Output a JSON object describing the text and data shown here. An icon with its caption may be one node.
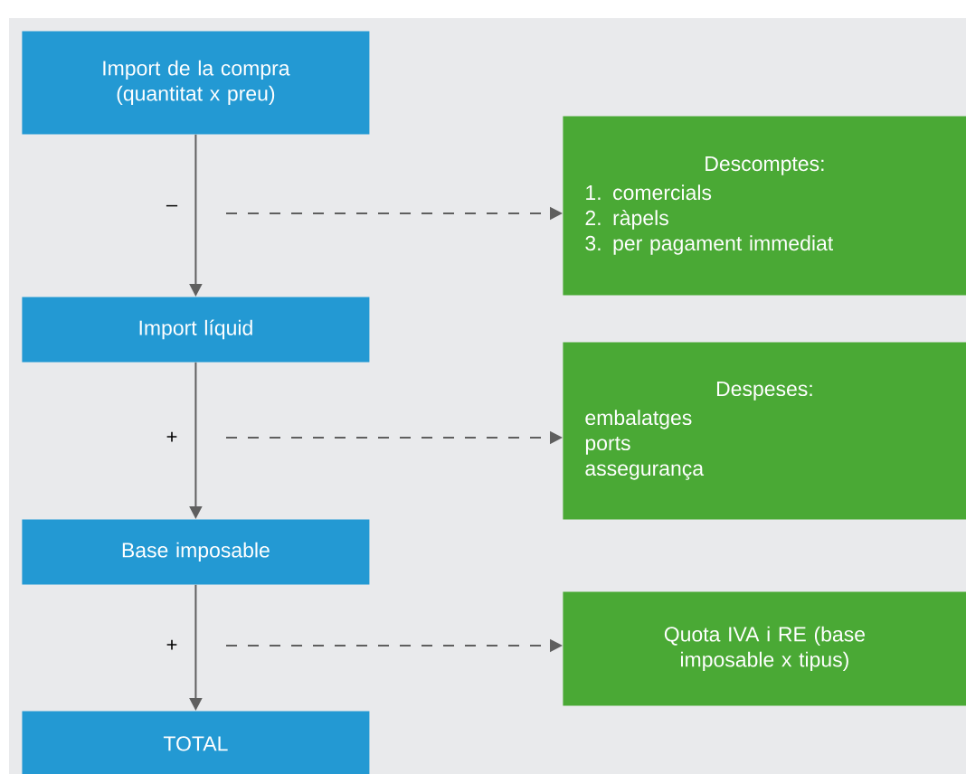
{
  "diagram": {
    "nodes": [
      {
        "text": [
          "Import de la compra (quantitat x preu)"
        ]
      },
      {
        "text": [
          "Import líquid"
        ]
      },
      {
        "text": [
          "Base imposable"
        ]
      },
      {
        "text": [
          "TOTAL"
        ]
      },
      {
        "text": [
          "Descomptes:",
          "1. comercials",
          "2. ràpels",
          "3. per pagament immediat"
        ]
      },
      {
        "text": [
          "Despeses:",
          "embalatges",
          "ports",
          "assegurança"
        ]
      },
      {
        "text": [
          "Quota IVA i RE (base imposable x tipus)"
        ]
      }
    ],
    "edges": [
      {
        "from": 0,
        "to": 1,
        "arrow": "to"
      },
      {
        "from": 1,
        "to": 2,
        "arrow": "to"
      },
      {
        "from": 2,
        "to": 3,
        "arrow": "to"
      },
      {
        "from": null,
        "to": 4,
        "arrow": "to",
        "style": "dashed"
      },
      {
        "from": null,
        "to": 5,
        "arrow": "to",
        "style": "dashed"
      },
      {
        "from": null,
        "to": 6,
        "arrow": "to",
        "style": "dashed"
      }
    ],
    "labels": [
      "–",
      "+",
      "+"
    ]
  }
}
